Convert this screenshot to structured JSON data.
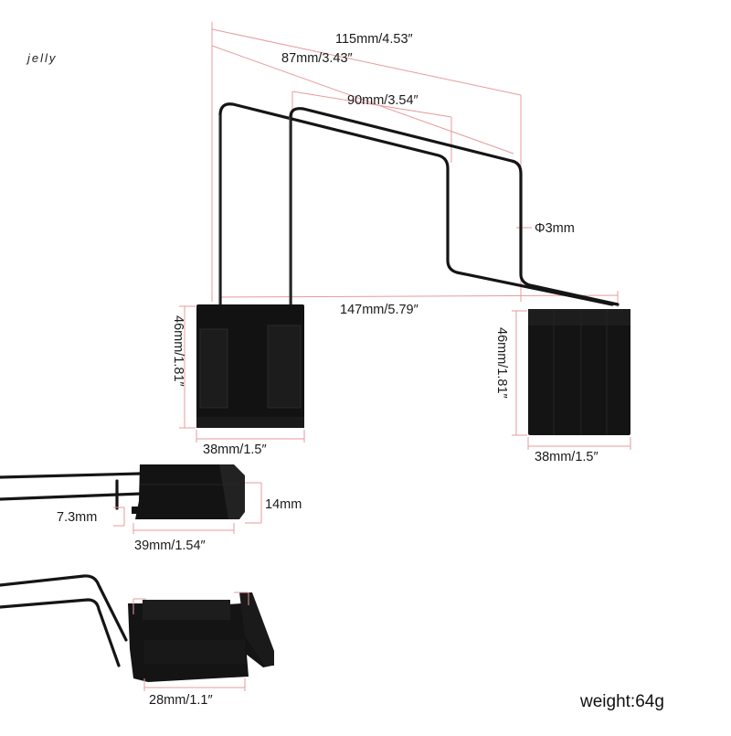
{
  "brand": "jelly",
  "labels": {
    "top_width": "115mm/4.53″",
    "depth_a": "87mm/3.43″",
    "inner_width": "90mm/3.54″",
    "wire_diameter": "Φ3mm",
    "span": "147mm/5.79″",
    "left_height": "46mm/1.81″",
    "right_height": "46mm/1.81″",
    "left_width": "38mm/1.5″",
    "right_width": "38mm/1.5″",
    "side_thickness": "7.3mm",
    "side_height": "14mm",
    "side_length": "39mm/1.54″",
    "bottom_width": "28mm/1.1″"
  },
  "weight": "weight:64g",
  "colors": {
    "dimension_line": "#e79b9b",
    "pad": "#121212",
    "wire": "#151515"
  }
}
